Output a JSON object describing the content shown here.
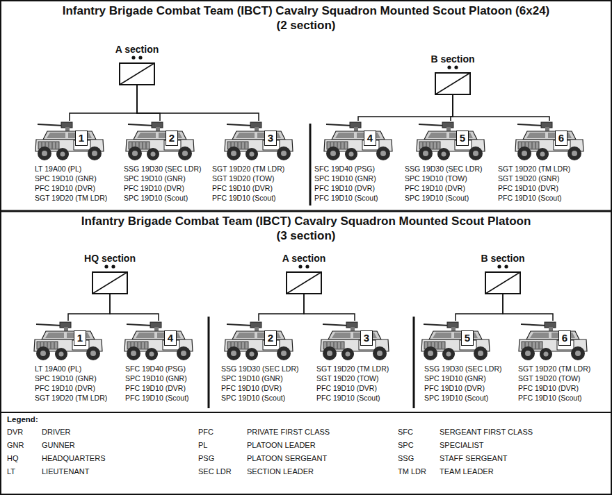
{
  "diagram": {
    "title": "Infantry Brigade Combat Team (IBCT) Cavalry Squadron Mounted Scout Platoon (6x24)",
    "nodes": [
      {
        "text": [
          "A section"
        ]
      },
      {
        "text": [
          "B section"
        ]
      },
      {
        "text": [
          "1",
          "LT 19A00 (PL)",
          "SPC 19D10 (GNR)",
          "PFC 19D10 (DVR)",
          "SGT 19D20 (TM LDR)"
        ]
      },
      {
        "text": [
          "2",
          "SSG 19D30 (SEC LDR)",
          "SPC 19D10 (GNR)",
          "PFC 19D10 (DVR)",
          "SPC 19D10 (Scout)"
        ]
      },
      {
        "text": [
          "3",
          "SGT 19D20 (TM LDR)",
          "SGT 19D20 (TOW)",
          "PFC 19D10 (DVR)",
          "PFC 19D10 (Scout)"
        ]
      },
      {
        "text": [
          "4",
          "SFC 19D40 (PSG)",
          "SPC 19D10 (GNR)",
          "PFC 19D10 (DVR)",
          "PFC 19D10 (Scout)"
        ]
      },
      {
        "text": [
          "5",
          "SSG 19D30 (SEC LDR)",
          "SPC 19D10 (TOW)",
          "PFC 19D10 (DVR)",
          "SPC 19D10 (Scout)"
        ]
      },
      {
        "text": [
          "6",
          "SGT 19D20 (TM LDR)",
          "SGT 19D20 (GNR)",
          "PFC 19D10 (DVR)",
          "PFC 19D10 (Scout)"
        ]
      },
      {
        "text": [
          "HQ section"
        ]
      },
      {
        "text": [
          "A section"
        ]
      },
      {
        "text": [
          "B section"
        ]
      },
      {
        "text": [
          "1",
          "LT 19A00 (PL)",
          "SPC 19D10 (GNR)",
          "PFC 19D10 (DVR)",
          "SGT 19D20 (TM LDR)"
        ]
      },
      {
        "text": [
          "4",
          "SFC 19D40 (PSG)",
          "SPC 19D10 (GNR)",
          "PFC 19D10 (DVR)",
          "PFC 19D10 (Scout)"
        ]
      },
      {
        "text": [
          "2",
          "SSG 19D30 (SEC LDR)",
          "SPC 19D10 (GNR)",
          "PFC 19D10 (DVR)",
          "SPC 19D10 (Scout)"
        ]
      },
      {
        "text": [
          "3",
          "SGT 19D20 (TM LDR)",
          "SGT 19D20 (TOW)",
          "PFC 19D10 (DVR)",
          "PFC 19D10 (Scout)"
        ]
      },
      {
        "text": [
          "5",
          "SSG 19D30 (SEC LDR)",
          "SPC 19D10 (GNR)",
          "PFC 19D10 (DVR)",
          "SPC 19D10 (Scout)"
        ]
      },
      {
        "text": [
          "6",
          "SGT 19D20 (TM LDR)",
          "SGT 19D20 (TOW)",
          "PFC 19D10 (DVR)",
          "PFC 19D10 (Scout)"
        ]
      }
    ],
    "edges": [
      {
        "from": 0,
        "to": 2,
        "arrow": "none"
      },
      {
        "from": 0,
        "to": 3,
        "arrow": "none"
      },
      {
        "from": 0,
        "to": 4,
        "arrow": "none"
      },
      {
        "from": 1,
        "to": 5,
        "arrow": "none"
      },
      {
        "from": 1,
        "to": 6,
        "arrow": "none"
      },
      {
        "from": 1,
        "to": 7,
        "arrow": "none"
      },
      {
        "from": 8,
        "to": 11,
        "arrow": "none"
      },
      {
        "from": 8,
        "to": 12,
        "arrow": "none"
      },
      {
        "from": 9,
        "to": 13,
        "arrow": "none"
      },
      {
        "from": 9,
        "to": 14,
        "arrow": "none"
      },
      {
        "from": 10,
        "to": 15,
        "arrow": "none"
      },
      {
        "from": 10,
        "to": 16,
        "arrow": "none"
      }
    ],
    "labels": [
      "(2 section)",
      "Infantry Brigade Combat Team (IBCT) Cavalry Squadron Mounted Scout Platoon",
      "(3 section)",
      "Legend:",
      "DVR",
      "DRIVER",
      "PFC",
      "PRIVATE FIRST CLASS",
      "SFC",
      "SERGEANT FIRST CLASS",
      "GNR",
      "GUNNER",
      "PL",
      "PLATOON LEADER",
      "SPC",
      "SPECIALIST",
      "HQ",
      "HEADQUARTERS",
      "PSG",
      "PLATOON SERGEANT",
      "SSG",
      "STAFF SERGEANT",
      "LT",
      "LIEUTENANT",
      "SEC LDR",
      "SECTION LEADER",
      "TM LDR",
      "TEAM LEADER"
    ]
  }
}
